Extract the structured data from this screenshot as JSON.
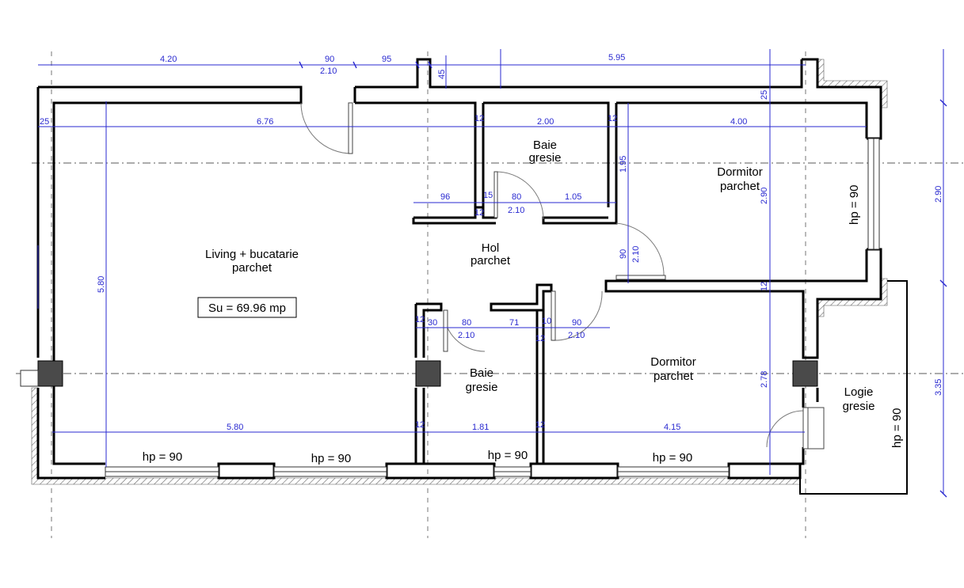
{
  "rooms": {
    "living_name": "Living + bucatarie",
    "living_floor": "parchet",
    "area_label": "Su = 69.96 mp",
    "bath1_name": "Baie",
    "bath1_floor": "gresie",
    "bath2_name": "Baie",
    "bath2_floor": "gresie",
    "hall_name": "Hol",
    "hall_floor": "parchet",
    "bed1_name": "Dormitor",
    "bed1_floor": "parchet",
    "bed2_name": "Dormitor",
    "bed2_floor": "parchet",
    "loggia_name": "Logie",
    "loggia_floor": "gresie"
  },
  "window_labels": {
    "w1": "hp = 90",
    "w2": "hp = 90",
    "w3": "hp = 90",
    "w4": "hp = 90",
    "w5": "hp = 90",
    "w6": "hp = 90"
  },
  "dimensions": {
    "top_420": "4.20",
    "top_90": "90",
    "top_210": "2.10",
    "top_95": "95",
    "top_45": "45",
    "top_595": "5.95",
    "top_25": "25",
    "left_25": "25",
    "row_676": "6.76",
    "row_12a": "12",
    "row_200": "2.00",
    "row_12b": "12",
    "row_400": "4.00",
    "v_195": "1.95",
    "v_290_inner": "2.90",
    "v_290_outer": "2.90",
    "h_96": "96",
    "h_15": "15",
    "h_80": "80",
    "h_105": "1.05",
    "h_12c": "12",
    "h_210b": "2.10",
    "v_90": "90",
    "v_210c": "2.10",
    "v_12d": "12",
    "m_12e": "12",
    "m_30": "30",
    "m_80": "80",
    "m_210d": "2.10",
    "m_71": "71",
    "m_10": "10",
    "m_90": "90",
    "m_12f": "12",
    "m_210e": "2.10",
    "v_580": "5.80",
    "v_278": "2.78",
    "v_335": "3.35",
    "b_580": "5.80",
    "b_12g": "12",
    "b_181": "1.81",
    "b_12h": "12",
    "b_415": "4.15"
  }
}
